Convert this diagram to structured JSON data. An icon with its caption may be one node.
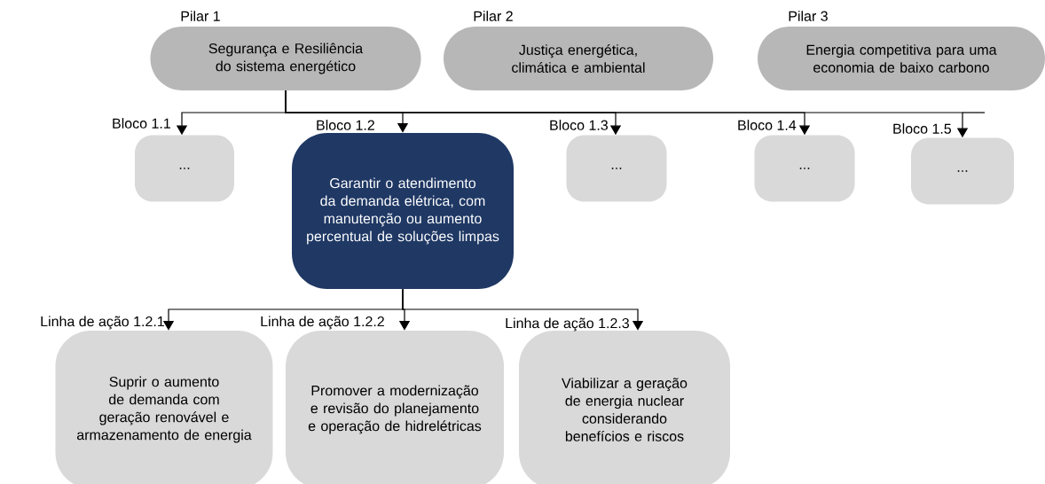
{
  "diagram": {
    "nodes": [
      {
        "text": [
          "Pilar 1",
          "Segurança e Resiliência do sistema energético"
        ]
      },
      {
        "text": [
          "Pilar 2",
          "Justiça energética, climática e ambiental"
        ]
      },
      {
        "text": [
          "Pilar 3",
          "Energia competitiva para uma economia de baixo carbono"
        ]
      },
      {
        "text": [
          "Bloco 1.1",
          "..."
        ]
      },
      {
        "text": [
          "Bloco 1.2",
          "Garantir o atendimento da demanda elétrica, com manutenção ou aumento percentual de soluções limpas"
        ]
      },
      {
        "text": [
          "Bloco 1.3",
          "..."
        ]
      },
      {
        "text": [
          "Bloco 1.4",
          "..."
        ]
      },
      {
        "text": [
          "Bloco 1.5",
          "..."
        ]
      },
      {
        "text": [
          "Linha de ação 1.2.1",
          "Suprir o aumento de demanda com geração renovável e armazenamento de energia"
        ]
      },
      {
        "text": [
          "Linha de ação 1.2.2",
          "Promover a modernização e revisão do planejamento e operação de hidrelétricas"
        ]
      },
      {
        "text": [
          "Linha de ação 1.2.3",
          "Viabilizar a geração de energia nuclear considerando benefícios e riscos"
        ]
      }
    ],
    "edges": [
      {
        "from": 0,
        "to": 3,
        "arrow": "to"
      },
      {
        "from": 0,
        "to": 4,
        "arrow": "to"
      },
      {
        "from": 0,
        "to": 5,
        "arrow": "to"
      },
      {
        "from": 0,
        "to": 6,
        "arrow": "to"
      },
      {
        "from": 0,
        "to": 7,
        "arrow": "to"
      },
      {
        "from": 4,
        "to": 8,
        "arrow": "to"
      },
      {
        "from": 4,
        "to": 9,
        "arrow": "to"
      },
      {
        "from": 4,
        "to": 10,
        "arrow": "to"
      }
    ]
  }
}
